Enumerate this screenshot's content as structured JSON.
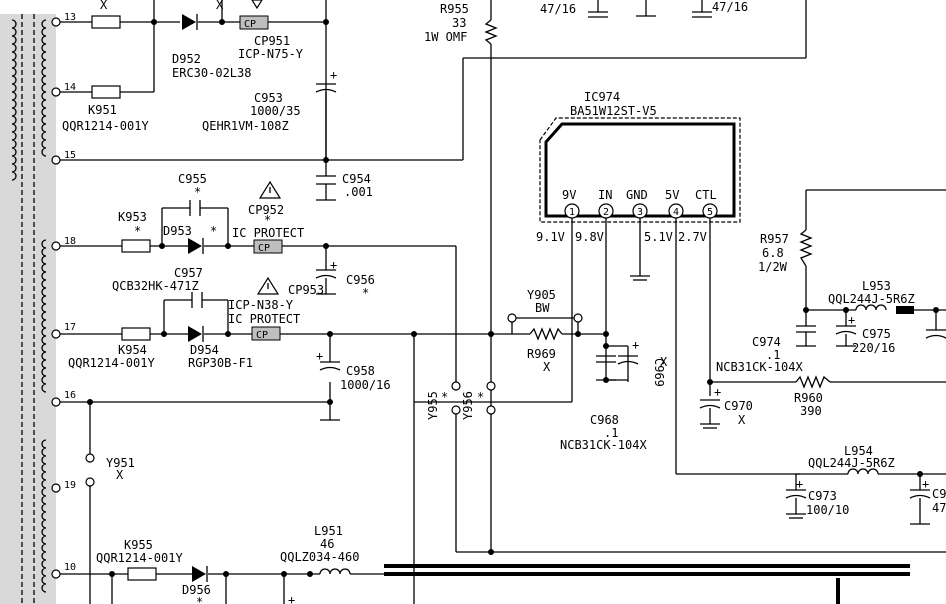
{
  "colors": {
    "line": "#000000",
    "transformer_fill": "#d9d9d9",
    "cp_fill": "#bfbfbf",
    "background": "#ffffff"
  },
  "icons": [
    "warning-triangle-icon",
    "coil-icon",
    "diode-icon",
    "resistor-icon",
    "capacitor-icon",
    "fuse-icon",
    "ground-icon"
  ],
  "pins": [
    "13",
    "14",
    "15",
    "18",
    "17",
    "16",
    "19",
    "10"
  ],
  "x_mark": "X",
  "star_mark": "*",
  "plus": "+",
  "components": {
    "k951": {
      "ref": "K951",
      "part": "QQR1214-001Y"
    },
    "d952": {
      "ref": "D952",
      "part": "ERC30-02L38"
    },
    "cp951": {
      "ref": "CP951",
      "part": "ICP-N75-Y",
      "box": "CP"
    },
    "c953": {
      "ref": "C953",
      "value": "1000/35",
      "part": "QEHR1VM-108Z"
    },
    "c954": {
      "ref": "C954",
      "value": ".001"
    },
    "r955": {
      "ref": "R955",
      "value": "33",
      "part": "1W OMF"
    },
    "top_caps": [
      "47/16",
      "47/16"
    ],
    "c955": {
      "ref": "C955"
    },
    "k953": {
      "ref": "K953"
    },
    "d953": {
      "ref": "D953"
    },
    "cp952": {
      "ref": "CP952",
      "note": "IC PROTECT",
      "box": "CP"
    },
    "c956": {
      "ref": "C956"
    },
    "c957": {
      "ref": "C957",
      "part": "QCB32HK-471Z"
    },
    "cp953": {
      "ref": "CP953",
      "part": "ICP-N38-Y",
      "note": "IC PROTECT",
      "box": "CP"
    },
    "k954": {
      "ref": "K954",
      "part": "QQR1214-001Y"
    },
    "d954": {
      "ref": "D954",
      "part": "RGP30B-F1"
    },
    "c958": {
      "ref": "C958",
      "value": "1000/16"
    },
    "y951": {
      "ref": "Y951"
    },
    "y955": {
      "ref": "Y955"
    },
    "y956": {
      "ref": "Y956"
    },
    "k955": {
      "ref": "K955",
      "part": "QQR1214-001Y"
    },
    "d956": {
      "ref": "D956"
    },
    "l951": {
      "ref": "L951",
      "value": "46",
      "part": "QQLZ034-460"
    },
    "y905": {
      "ref": "Y905",
      "value": "BW"
    },
    "r969": {
      "ref": "R969"
    },
    "c969": {
      "ref": "C969"
    },
    "c968": {
      "ref": "C968",
      "value": ".1",
      "part": "NCB31CK-104X"
    },
    "r957": {
      "ref": "R957",
      "value": "6.8",
      "part": "1/2W"
    },
    "l953": {
      "ref": "L953",
      "part": "QQL244J-5R6Z"
    },
    "c974": {
      "ref": "C974",
      "value": ".1",
      "part": "NCB31CK-104X"
    },
    "c975": {
      "ref": "C975",
      "value": "220/16"
    },
    "r960": {
      "ref": "R960",
      "value": "390"
    },
    "c970": {
      "ref": "C970"
    },
    "l954": {
      "ref": "L954",
      "part": "QQL244J-5R6Z"
    },
    "c973": {
      "ref": "C973",
      "value": "100/10"
    },
    "edge_cap": {
      "ref": "C9",
      "value": "47"
    }
  },
  "ic974": {
    "ref": "IC974",
    "part": "BA51W12ST-V5",
    "pins": [
      {
        "num": "1",
        "name": "9V",
        "voltage": "9.1V"
      },
      {
        "num": "2",
        "name": "IN",
        "voltage": "9.8V"
      },
      {
        "num": "3",
        "name": "GND",
        "voltage": ""
      },
      {
        "num": "4",
        "name": "5V",
        "voltage": "5.1V"
      },
      {
        "num": "5",
        "name": "CTL",
        "voltage": "2.7V"
      }
    ]
  }
}
